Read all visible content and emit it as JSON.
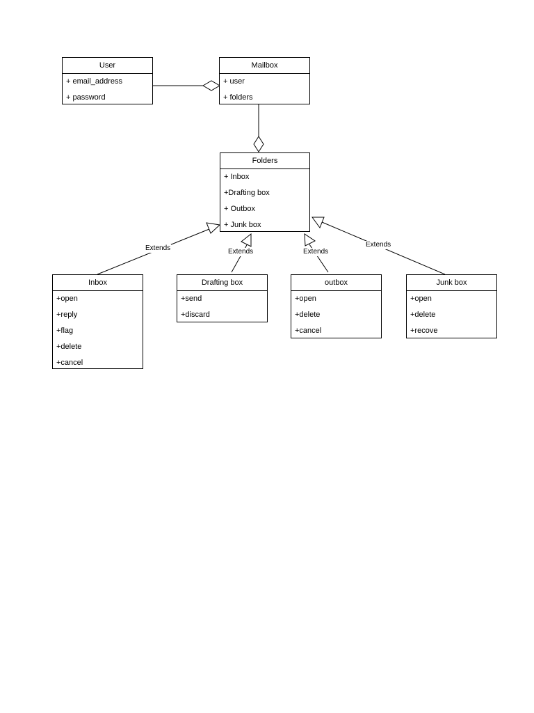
{
  "diagram": {
    "classes": {
      "user": {
        "title": "User",
        "attributes": [
          "+ email_address",
          "+ password"
        ]
      },
      "mailbox": {
        "title": "Mailbox",
        "attributes": [
          "+ user",
          "+ folders"
        ]
      },
      "folders": {
        "title": "Folders",
        "attributes": [
          "+ Inbox",
          "+Drafting box",
          "+ Outbox",
          "+ Junk box"
        ]
      },
      "inbox": {
        "title": "Inbox",
        "attributes": [
          "+open",
          "+reply",
          "+flag",
          "+delete",
          "+cancel"
        ]
      },
      "drafting_box": {
        "title": "Drafting box",
        "attributes": [
          "+send",
          "+discard"
        ]
      },
      "outbox": {
        "title": "outbox",
        "attributes": [
          "+open",
          "+delete",
          "+cancel"
        ]
      },
      "junk_box": {
        "title": "Junk box",
        "attributes": [
          "+open",
          "+delete",
          "+recove"
        ]
      }
    },
    "relations": [
      {
        "type": "aggregation",
        "from": "User",
        "to": "Mailbox"
      },
      {
        "type": "aggregation",
        "from": "Mailbox",
        "to": "Folders"
      },
      {
        "type": "generalization",
        "from": "Inbox",
        "to": "Folders",
        "label": "Extends"
      },
      {
        "type": "generalization",
        "from": "Drafting box",
        "to": "Folders",
        "label": "Extends"
      },
      {
        "type": "generalization",
        "from": "outbox",
        "to": "Folders",
        "label": "Extends"
      },
      {
        "type": "generalization",
        "from": "Junk box",
        "to": "Folders",
        "label": "Extends"
      }
    ]
  }
}
